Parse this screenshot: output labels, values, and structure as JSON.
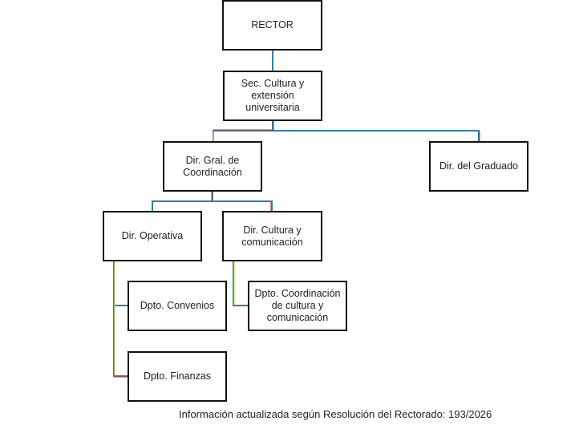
{
  "chart_title": "Organigrama",
  "nodes": {
    "rector": "RECTOR",
    "sec_cultura": "Sec. Cultura y extensión universitaria",
    "dir_gral": "Dir. Gral. de Coordinación",
    "dir_graduado": "Dir. del Graduado",
    "dir_operativa": "Dir. Operativa",
    "dir_cultura": "Dir. Cultura y comunicación",
    "dpto_convenios": "Dpto. Convenios",
    "dpto_coordinacion": "Dpto. Coordinación de cultura y comunicación",
    "dpto_finanzas": "Dpto. Finanzas"
  },
  "hierarchy": [
    {
      "parent": "RECTOR",
      "child": "Sec. Cultura y extensión universitaria"
    },
    {
      "parent": "Sec. Cultura y extensión universitaria",
      "child": "Dir. Gral. de Coordinación"
    },
    {
      "parent": "Sec. Cultura y extensión universitaria",
      "child": "Dir. del Graduado"
    },
    {
      "parent": "Dir. Gral. de Coordinación",
      "child": "Dir. Operativa"
    },
    {
      "parent": "Dir. Gral. de Coordinación",
      "child": "Dir. Cultura y comunicación"
    },
    {
      "parent": "Dir. Operativa",
      "child": "Dpto. Convenios"
    },
    {
      "parent": "Dir. Operativa",
      "child": "Dpto. Finanzas"
    },
    {
      "parent": "Dir. Cultura y comunicación",
      "child": "Dpto. Coordinación de cultura y comunicación"
    }
  ],
  "colors": {
    "connector": "#2e7fa8",
    "border": "#111111"
  },
  "footer": "Información actualizada según Resolución del Rectorado: 193/2026"
}
